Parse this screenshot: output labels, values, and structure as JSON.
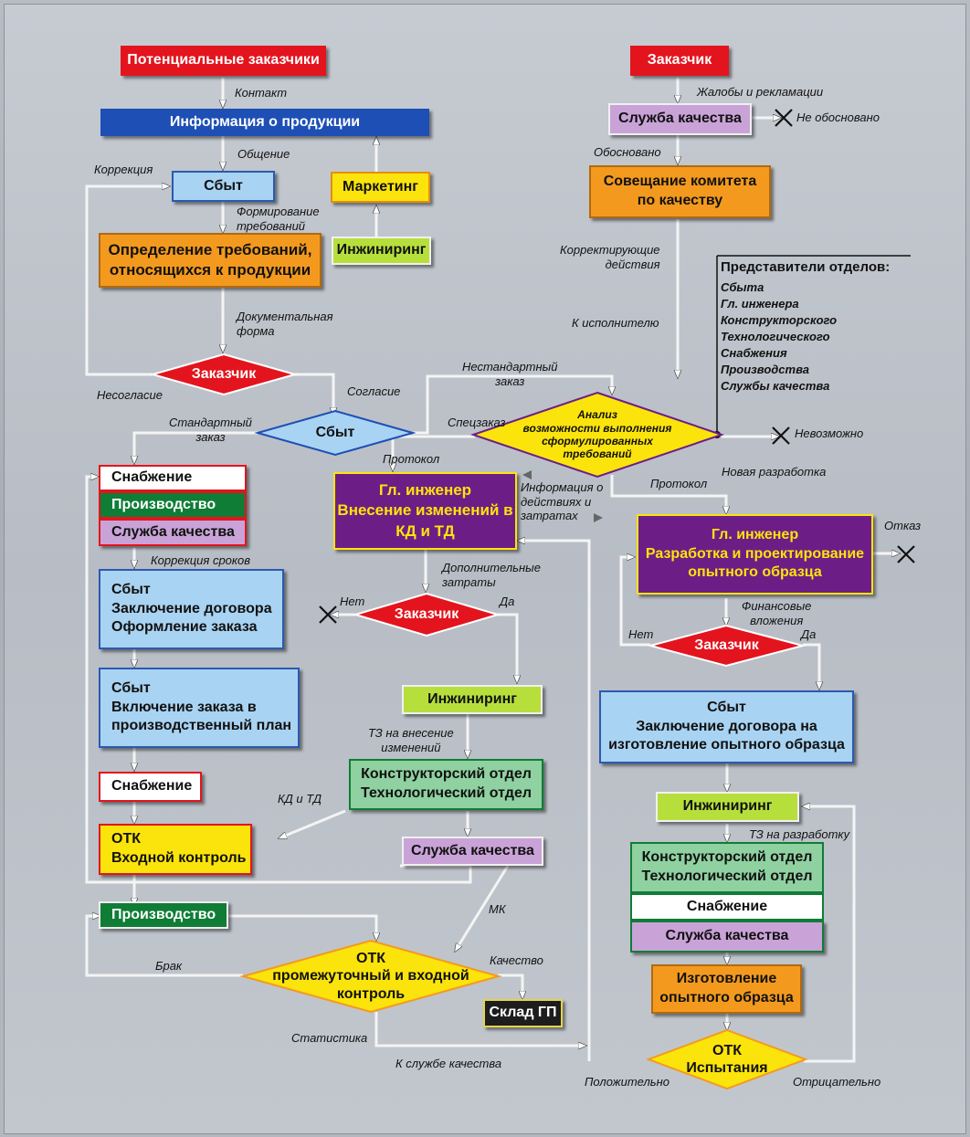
{
  "colors": {
    "red": "#e3141d",
    "blue": "#1d4fb5",
    "light_blue": "#a9d3f2",
    "orange": "#f39a1e",
    "yellow": "#fbe40b",
    "lime": "#b7df3c",
    "purple_light": "#c9a3d7",
    "purple_dark": "#6d1e86",
    "green": "#0f7d36",
    "green_light": "#8fd1a0",
    "black": "#1d1d1d",
    "white": "#ffffff"
  },
  "boxes": {
    "potential_customers": "Потенциальные заказчики",
    "product_info": "Информация о продукции",
    "sales_top": "Сбыт",
    "marketing": "Маркетинг",
    "engineering_top": "Инжиниринг",
    "requirements": "Определение требований,\nотносящихся к продукции",
    "supply_stack": "Снабжение",
    "production_stack": "Производство",
    "quality_stack": "Служба качества",
    "contract_order": "Сбыт\nЗаключение договора\nОформление заказа",
    "production_plan": "Сбыт\nВключение заказа в\nпроизводственный план",
    "supply_mid": "Снабжение",
    "otk_input": "ОТК\nВходной контроль",
    "production_bottom": "Производство",
    "warehouse": "Склад ГП",
    "chief_engineer_changes": "Гл. инженер\nВнесение изменений в\nКД и ТД",
    "engineering_mid": "Инжиниринг",
    "design_tech_mid": "Конструкторский отдел\nТехнологический отдел",
    "quality_mid": "Служба качества",
    "customer_top": "Заказчик",
    "quality_complaints": "Служба качества",
    "committee": "Совещание комитета\nпо качеству",
    "chief_engineer_prototype": "Гл. инженер\nРазработка и проектирование\nопытного образца",
    "contract_prototype": "Сбыт\nЗаключение договора на\nизготовление опытного образца",
    "engineering_right": "Инжиниринг",
    "design_tech_right": "Конструкторский отдел\nТехнологический отдел",
    "supply_right": "Снабжение",
    "quality_right": "Служба качества",
    "prototype_manufacture": "Изготовление\nопытного образца"
  },
  "diamonds": {
    "customer_left": "Заказчик",
    "sales_decision": "Сбыт",
    "otk_intermediate": "ОТК\nпромежуточный и входной\nконтроль",
    "customer_mid": "Заказчик",
    "analysis": "Анализ\nвозможности выполнения\nсформулированных\nтребований",
    "customer_right": "Заказчик",
    "otk_tests": "ОТК\nИспытания"
  },
  "representatives": {
    "title": "Представители отделов:",
    "items": [
      "Сбыта",
      "Гл. инженера",
      "Конструкторского",
      "Технологического",
      "Снабжения",
      "Производства",
      "Службы качества"
    ]
  },
  "labels": {
    "contact": "Контакт",
    "communication": "Общение",
    "correction": "Коррекция",
    "forming_requirements": "Формирование\nтребований",
    "document_form": "Документальная\nформа",
    "disagreement": "Несогласие",
    "agreement": "Согласие",
    "non_standard_order": "Нестандартный\nзаказ",
    "standard_order": "Стандартный\nзаказ",
    "special_order": "Спецзаказ",
    "protocol_left": "Протокол",
    "protocol_right": "Протокол",
    "new_development": "Новая разработка",
    "impossible": "Невозможно",
    "complaints": "Жалобы и рекламации",
    "not_justified": "Не обосновано",
    "justified": "Обосновано",
    "corrective_actions": "Корректирующие\nдействия",
    "to_executor": "К исполнителю",
    "term_correction": "Коррекция сроков",
    "info_actions_costs": "Информация о\nдействиях и\nзатратах",
    "additional_costs": "Дополнительные\nзатраты",
    "no_mid": "Нет",
    "yes_mid": "Да",
    "tz_changes": "ТЗ на внесение\nизменений",
    "kd_td": "КД и ТД",
    "mk": "МК",
    "defect": "Брак",
    "quality": "Качество",
    "statistics": "Статистика",
    "to_quality_service": "К службе качества",
    "refusal": "Отказ",
    "financial_investments": "Финансовые\nвложения",
    "no_right": "Нет",
    "yes_right": "Да",
    "tz_development": "ТЗ на разработку",
    "positive": "Положительно",
    "negative": "Отрицательно"
  }
}
